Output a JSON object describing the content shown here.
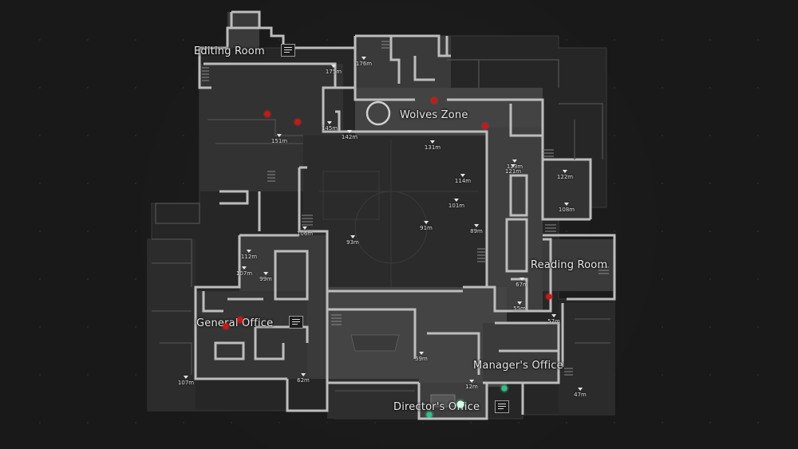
{
  "rooms": {
    "editing_room": "Editing Room",
    "wolves_zone": "Wolves Zone",
    "reading_room": "Reading Room",
    "general_office": "General Office",
    "managers_office": "Manager's Office",
    "directors_office": "Director's Office"
  },
  "distances": {
    "d175": "175m",
    "d176": "176m",
    "d145": "145m",
    "d142": "142m",
    "d151": "151m",
    "d131": "131m",
    "d123": "123m",
    "d121": "121m",
    "d122": "122m",
    "d114": "114m",
    "d101": "101m",
    "d108": "108m",
    "d91": "91m",
    "d89": "89m",
    "d106": "106m",
    "d93": "93m",
    "d112": "112m",
    "d107a": "107m",
    "d99": "99m",
    "d67": "67m",
    "d55": "55m",
    "d57": "57m",
    "d59": "59m",
    "d62": "62m",
    "d107b": "107m",
    "d12": "12m",
    "d47": "47m"
  },
  "colors": {
    "wall": "#bdbdbd",
    "floor_dark": "#2f2f2f",
    "floor_mid": "#3c3c3c",
    "floor_light": "#4a4a4a",
    "background": "#191919",
    "enemy_marker": "#c81818",
    "friendly_marker": "#2fbf8a"
  },
  "icons": [
    "document-icon"
  ]
}
